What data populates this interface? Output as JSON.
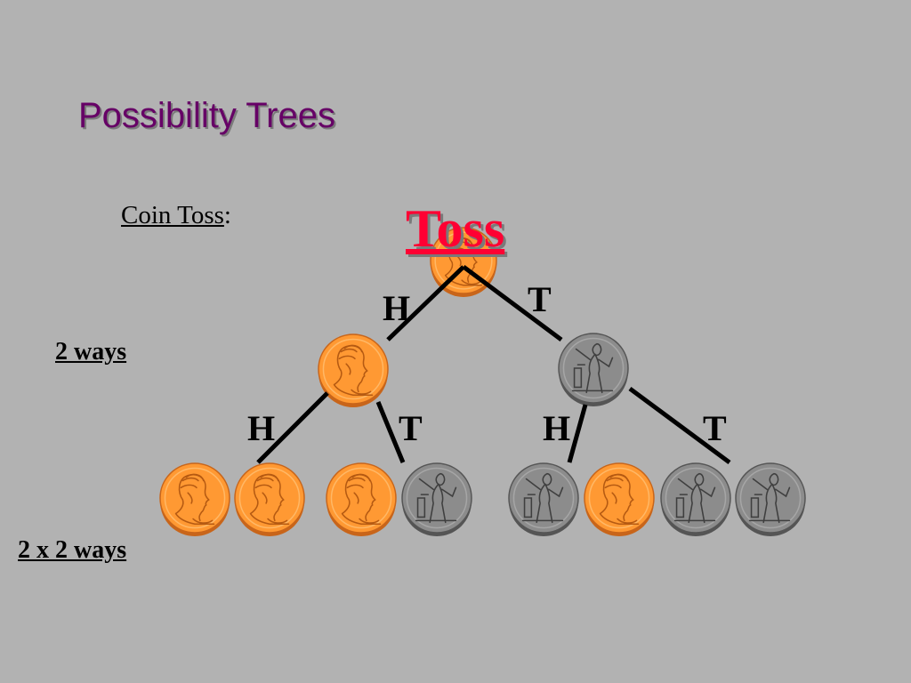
{
  "slide": {
    "title": "Possibility Trees",
    "subtitle_label": "Coin Toss",
    "subtitle_suffix": ":",
    "root_label": "Toss",
    "level1_label": "2 ways",
    "level2_label": "2 x 2 ways"
  },
  "branches": {
    "root_left": "H",
    "root_right": "T",
    "l1_left_left": "H",
    "l1_left_right": "T",
    "l1_right_left": "H",
    "l1_right_right": "T"
  },
  "colors": {
    "background": "#b2b2b2",
    "title": "#660066",
    "toss": "#ff0033",
    "heads_coin": "#ff9933",
    "tails_coin": "#8c8c8c"
  },
  "coins": {
    "root": "heads",
    "level1": [
      "heads",
      "tails"
    ],
    "level2": [
      "heads",
      "heads",
      "heads",
      "tails",
      "tails",
      "heads",
      "tails",
      "tails"
    ]
  }
}
